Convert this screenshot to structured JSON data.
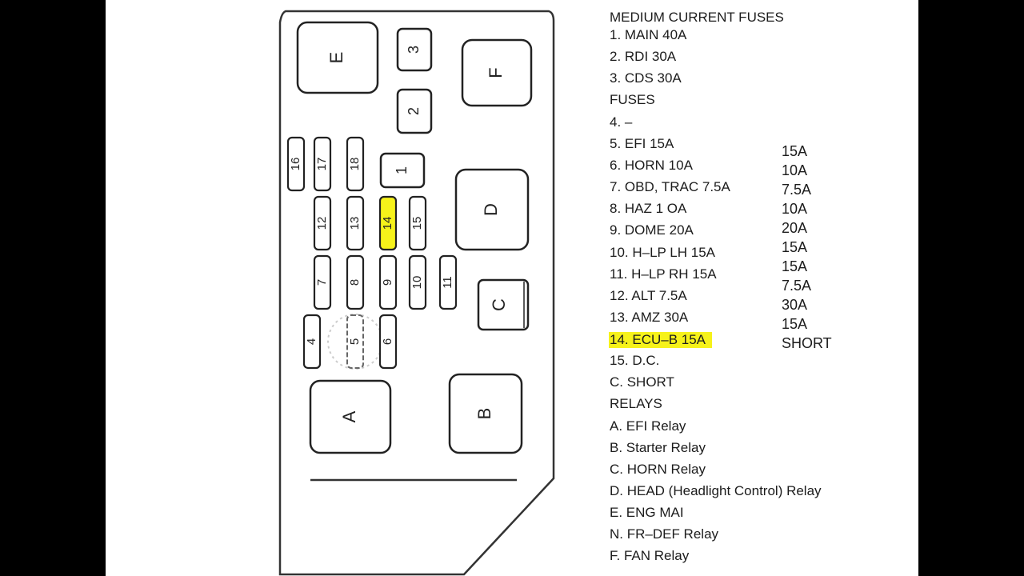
{
  "diagram": {
    "relays": [
      {
        "id": "E",
        "label": "E"
      },
      {
        "id": "F",
        "label": "F"
      },
      {
        "id": "D",
        "label": "D"
      },
      {
        "id": "C",
        "label": "C"
      },
      {
        "id": "A",
        "label": "A"
      },
      {
        "id": "B",
        "label": "B"
      }
    ],
    "fuses": [
      {
        "id": "1",
        "label": "1"
      },
      {
        "id": "2",
        "label": "2"
      },
      {
        "id": "3",
        "label": "3"
      },
      {
        "id": "4",
        "label": "4"
      },
      {
        "id": "5",
        "label": "5"
      },
      {
        "id": "6",
        "label": "6"
      },
      {
        "id": "7",
        "label": "7"
      },
      {
        "id": "8",
        "label": "8"
      },
      {
        "id": "9",
        "label": "9"
      },
      {
        "id": "10",
        "label": "10"
      },
      {
        "id": "11",
        "label": "11"
      },
      {
        "id": "12",
        "label": "12"
      },
      {
        "id": "13",
        "label": "13"
      },
      {
        "id": "14",
        "label": "14",
        "highlighted": true
      },
      {
        "id": "15",
        "label": "15"
      },
      {
        "id": "16",
        "label": "16"
      },
      {
        "id": "17",
        "label": "17"
      },
      {
        "id": "18",
        "label": "18"
      }
    ],
    "highlight_color": "#f6f21a"
  },
  "legend": {
    "lines": [
      {
        "text": "MEDIUM CURRENT FUSES"
      },
      {
        "text": "1. MAIN 40A"
      },
      {
        "text": "2. RDI 30A"
      },
      {
        "text": "3. CDS 30A"
      },
      {
        "text": "FUSES"
      },
      {
        "text": "4. –"
      },
      {
        "text": "5. EFI 15A"
      },
      {
        "text": "6. HORN 10A"
      },
      {
        "text": "7. OBD, TRAC 7.5A"
      },
      {
        "text": "8. HAZ 1 OA"
      },
      {
        "text": "9. DOME 20A"
      },
      {
        "text": "10. H–LP LH 15A"
      },
      {
        "text": "11. H–LP RH 15A"
      },
      {
        "text": "12. ALT 7.5A"
      },
      {
        "text": "13. AMZ 30A"
      },
      {
        "text": "14. ECU–B 15A",
        "highlighted": true
      },
      {
        "text": "15. D.C."
      },
      {
        "text": "C. SHORT"
      },
      {
        "text": "RELAYS"
      },
      {
        "text": "A. EFI Relay"
      },
      {
        "text": "B. Starter Relay"
      },
      {
        "text": "C. HORN Relay"
      },
      {
        "text": "D. HEAD (Headlight Control) Relay"
      },
      {
        "text": "E. ENG MAI"
      },
      {
        "text": "N. FR–DEF Relay"
      },
      {
        "text": "F. FAN Relay"
      }
    ],
    "ratings": [
      "15A",
      "10A",
      "7.5A",
      "10A",
      "20A",
      "15A",
      "15A",
      "7.5A",
      "30A",
      "15A",
      "SHORT"
    ]
  }
}
